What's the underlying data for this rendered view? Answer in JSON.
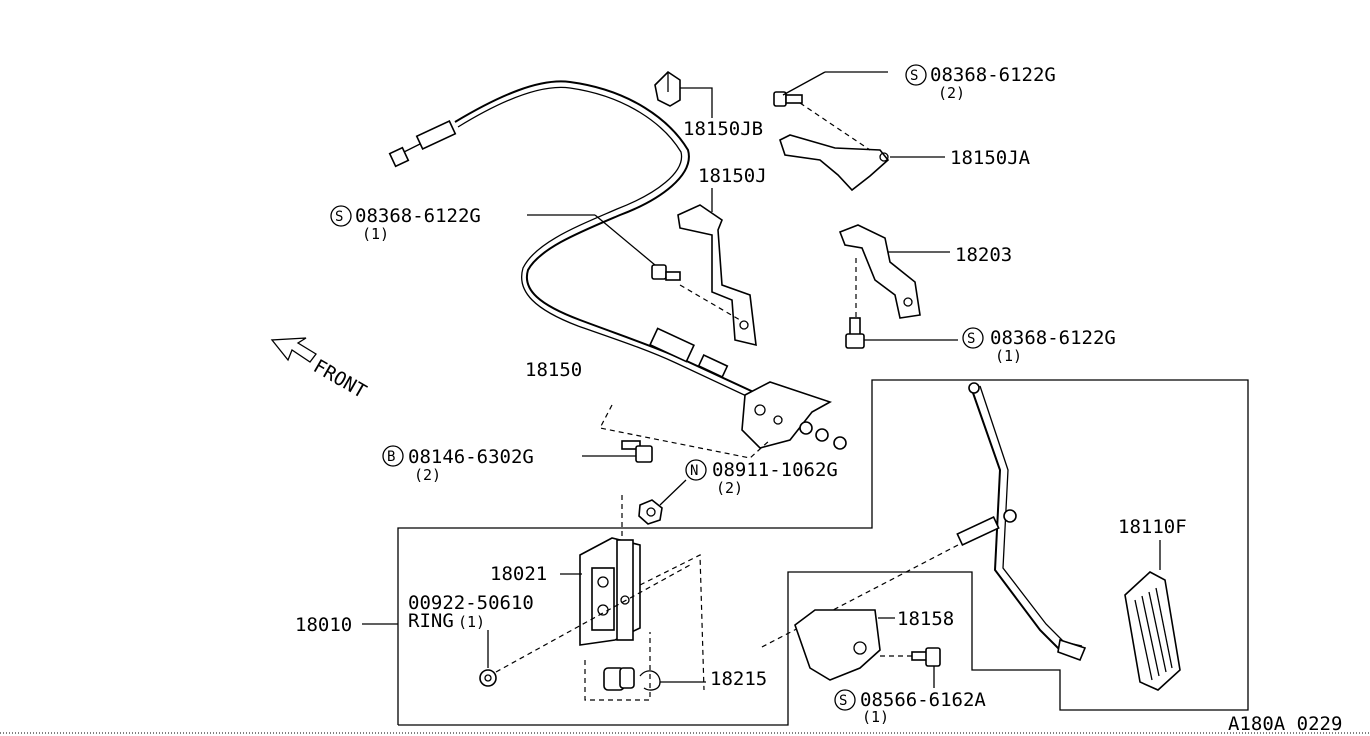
{
  "diagram": {
    "ref_code": "A180A 0229",
    "front_label": "FRONT",
    "part_numbers": {
      "cable": "18150",
      "clamp": "18150JB",
      "bracket_j": "18150J",
      "bracket_ja": "18150JA",
      "bracket_203": "18203",
      "pedal_assembly": "18010",
      "pedal_bracket": "18021",
      "pedal_pad": "18110F",
      "stopper": "18158",
      "bushing": "18215"
    },
    "fasteners": {
      "bolt_top": {
        "symbol": "S",
        "number": "08368-6122G",
        "qty": "(2)"
      },
      "bolt_left": {
        "symbol": "S",
        "number": "08368-6122G",
        "qty": "(1)"
      },
      "bolt_right": {
        "symbol": "S",
        "number": "08368-6122G",
        "qty": "(1)"
      },
      "bolt_b": {
        "symbol": "B",
        "number": "08146-6302G",
        "qty": "(2)"
      },
      "nut_n": {
        "symbol": "N",
        "number": "08911-1062G",
        "qty": "(2)"
      },
      "screw_bottom": {
        "symbol": "S",
        "number": "08566-6162A",
        "qty": "(1)"
      }
    },
    "ring": {
      "number": "00922-50610",
      "label": "RING",
      "qty": "(1)"
    }
  }
}
